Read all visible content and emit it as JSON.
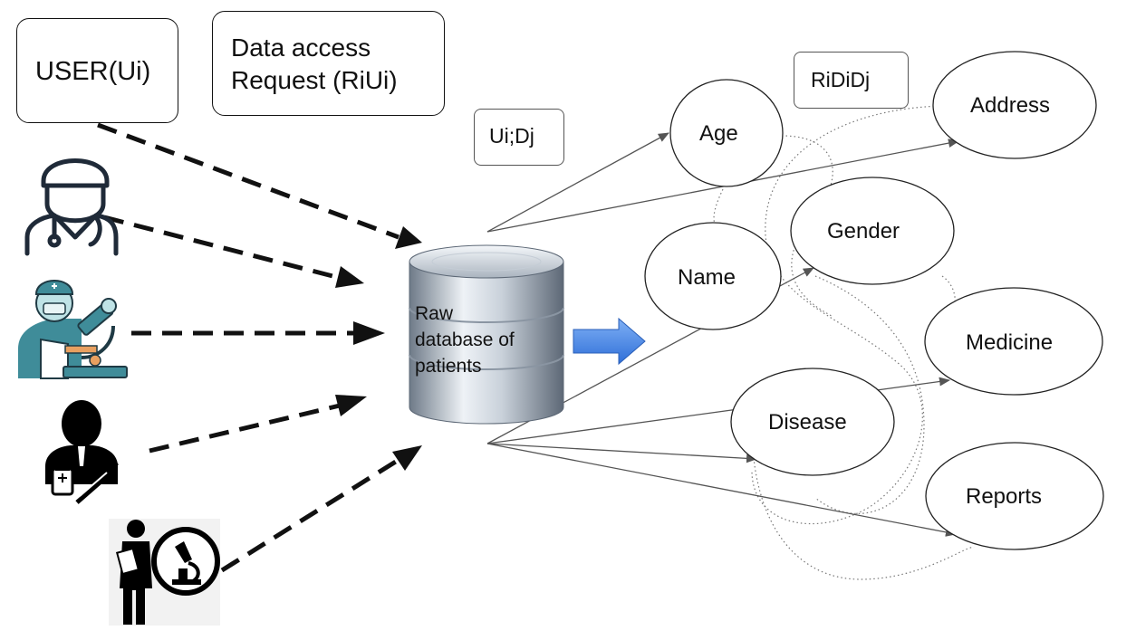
{
  "boxes": {
    "user_label": "USER(Ui)",
    "request_line1": "Data access",
    "request_line2": "Request (RiUi)",
    "uidj_label": "Ui;Dj",
    "ridid_label": "RiDiDj"
  },
  "database": {
    "line1": "Raw",
    "line2": "database of",
    "line3": "patients"
  },
  "attributes": {
    "age": "Age",
    "address": "Address",
    "gender": "Gender",
    "name": "Name",
    "medicine": "Medicine",
    "disease": "Disease",
    "reports": "Reports"
  },
  "users": [
    {
      "icon": "doctor-icon"
    },
    {
      "icon": "lab-researcher-icon"
    },
    {
      "icon": "pharmacist-icon"
    },
    {
      "icon": "lab-technician-icon"
    }
  ],
  "colors": {
    "stroke": "#111111",
    "teal": "#3f8c99",
    "light_teal": "#bfe3e6",
    "arrow_blue": "#3d7fe6",
    "db_light": "#dfe5ec",
    "db_dark": "#6e7a88"
  }
}
